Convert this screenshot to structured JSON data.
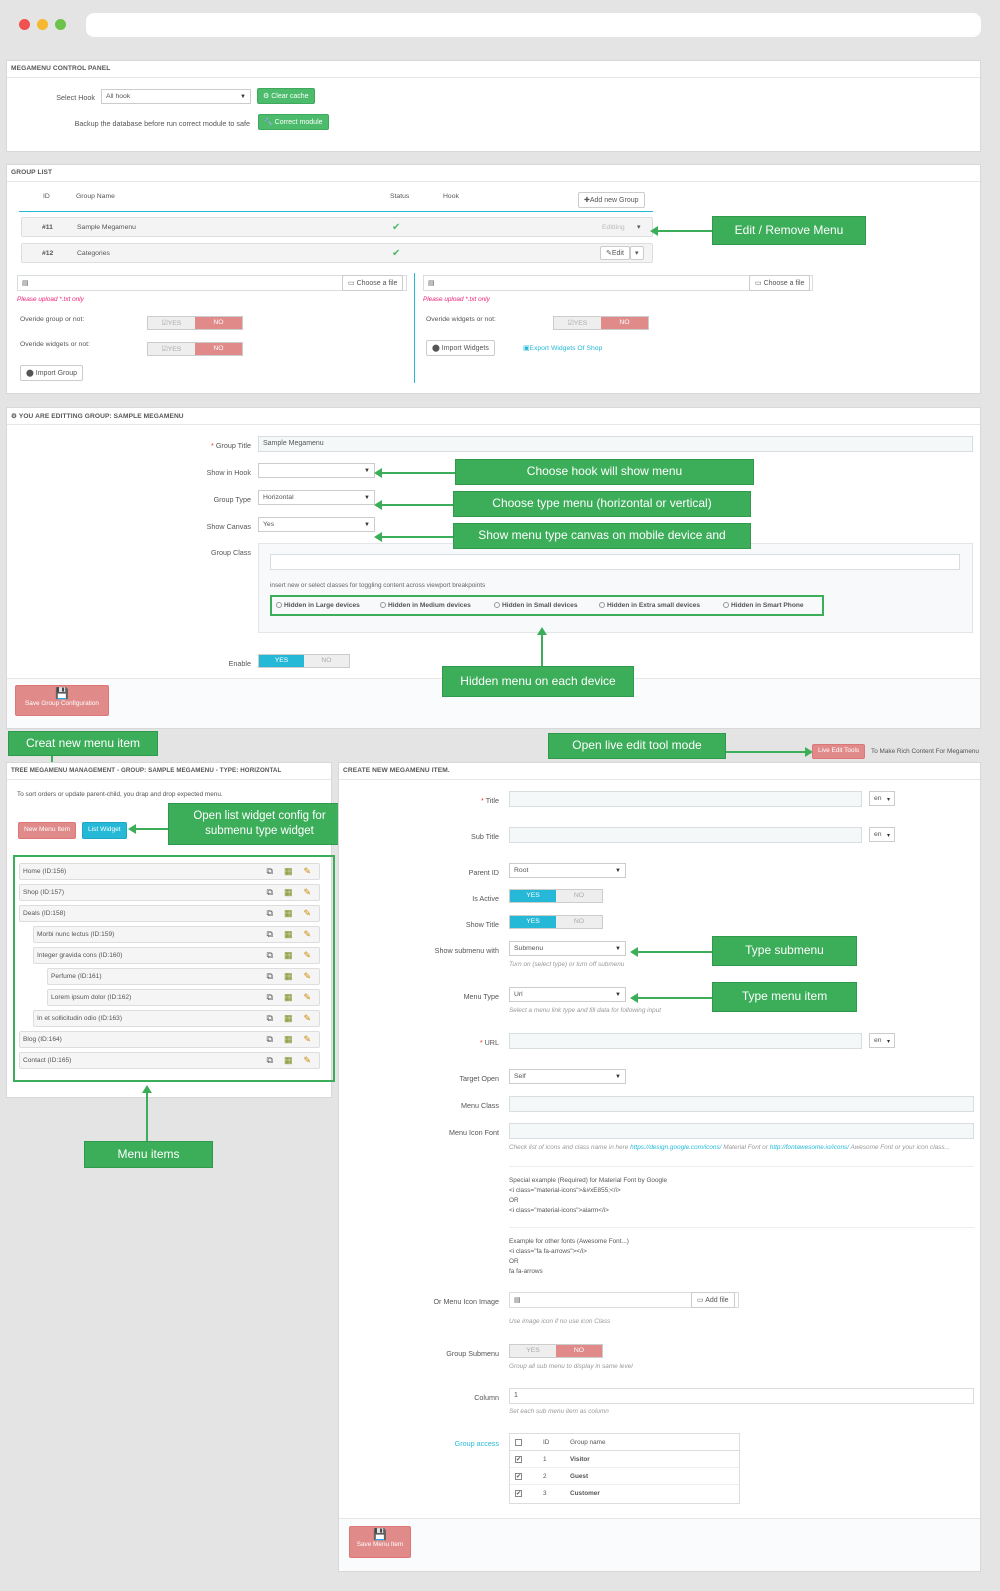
{
  "control_panel": {
    "title": "MEGAMENU CONTROL PANEL",
    "select_hook_label": "Select Hook",
    "select_hook_value": "All hook",
    "clear_cache": "Clear cache",
    "backup_label": "Backup the database before run correct module to safe",
    "correct_module": "Correct module"
  },
  "group_list": {
    "title": "GROUP LIST",
    "col_id": "ID",
    "col_name": "Group Name",
    "col_status": "Status",
    "col_hook": "Hook",
    "add_group": "Add new Group",
    "rows": [
      {
        "id": "#11",
        "name": "Sample Megamenu",
        "action": "Editting"
      },
      {
        "id": "#12",
        "name": "Categories",
        "action": "Edit"
      }
    ],
    "choose_file": "Choose a file",
    "upload_hint": "Please upload *.txt only",
    "override_group": "Overide group or not:",
    "override_widgets": "Overide widgets or not:",
    "yes": "YES",
    "no": "NO",
    "import_group": "Import Group",
    "import_widgets": "Import Widgets",
    "export_widgets": "Export Widgets Of Shop"
  },
  "editing": {
    "title": "YOU ARE EDITTING GROUP: SAMPLE MEGAMENU",
    "group_title_label": "Group Title",
    "group_title_value": "Sample Megamenu",
    "show_in_hook_label": "Show in Hook",
    "group_type_label": "Group Type",
    "group_type_value": "Horizontal",
    "show_canvas_label": "Show Canvas",
    "show_canvas_value": "Yes",
    "group_class_label": "Group Class",
    "class_hint": "insert new or select classes for toggling content across viewport breakpoints",
    "hidden_options": [
      "Hidden in Large devices",
      "Hidden in Medium devices",
      "Hidden in Small devices",
      "Hidden in Extra small devices",
      "Hidden in Smart Phone"
    ],
    "enable_label": "Enable",
    "yes": "YES",
    "no": "NO",
    "save": "Save Group Configuration"
  },
  "annotations": {
    "edit_remove": "Edit / Remove Menu",
    "choose_hook": "Choose hook will show menu",
    "choose_type": "Choose type menu (horizontal or vertical)",
    "show_canvas": "Show menu type canvas on mobile device and",
    "hidden_menu": "Hidden menu on each device",
    "create_item": "Creat new menu item",
    "live_edit": "Open live edit tool mode",
    "list_widget": "Open list widget config for submenu type widget",
    "type_submenu": "Type submenu",
    "type_menu_item": "Type menu item",
    "menu_items": "Menu items"
  },
  "tree": {
    "title": "TREE MEGAMENU MANAGEMENT - GROUP: SAMPLE MEGAMENU - TYPE: HORIZONTAL",
    "hint": "To sort orders or update parent-child, you drap and drop expected menu.",
    "new_item": "New Menu Item",
    "list_widget": "List Widget",
    "items": [
      {
        "label": "Home (ID:156)",
        "level": 0
      },
      {
        "label": "Shop (ID:157)",
        "level": 0
      },
      {
        "label": "Deals (ID:158)",
        "level": 0
      },
      {
        "label": "Morbi nunc lectus (ID:159)",
        "level": 1
      },
      {
        "label": "Integer gravida cons (ID:160)",
        "level": 1
      },
      {
        "label": "Perfume (ID:161)",
        "level": 2
      },
      {
        "label": "Lorem ipsum dolor (ID:162)",
        "level": 2
      },
      {
        "label": "In et sollicitudin odio (ID:163)",
        "level": 1
      },
      {
        "label": "Blog (ID:164)",
        "level": 0
      },
      {
        "label": "Contact (ID:165)",
        "level": 0
      }
    ]
  },
  "live_edit": {
    "button": "Live Edit Tools",
    "text": "To Make Rich Content For Megamenu"
  },
  "create": {
    "title": "CREATE NEW MEGAMENU ITEM.",
    "title_label": "Title",
    "sub_title_label": "Sub Title",
    "lang": "en",
    "parent_label": "Parent ID",
    "parent_value": "Root",
    "is_active_label": "Is Active",
    "show_title_label": "Show Title",
    "yes": "YES",
    "no": "NO",
    "show_submenu_label": "Show submenu with",
    "show_submenu_value": "Submenu",
    "submenu_hint": "Turn on (select type) or turn off submenu",
    "menu_type_label": "Menu Type",
    "menu_type_value": "Url",
    "menu_type_hint": "Select a menu link type and fill data for following input",
    "url_label": "URL",
    "target_label": "Target Open",
    "target_value": "Self",
    "menu_class_label": "Menu Class",
    "menu_icon_label": "Menu Icon Font",
    "icon_hint_1": "Check list of icons and class name in here",
    "icon_link_1": "https://design.google.com/icons/",
    "icon_hint_2": "Material Font or",
    "icon_link_2": "http://fontawesome.io/icons/",
    "icon_hint_3": "Awesome Font or your icon class...",
    "special_1": "Special example (Required) for Material Font by Google",
    "special_2": "<i class=\"material-icons\">&#xE855;</i>",
    "special_3": "OR",
    "special_4": "<i class=\"material-icons\">alarm</i>",
    "example_1": "Example for other fonts (Awesome Font...)",
    "example_2": "<i class=\"fa fa-arrows\"></i>",
    "example_3": "OR",
    "example_4": "fa fa-arrows",
    "icon_image_label": "Or Menu Icon Image",
    "add_file": "Add file",
    "icon_image_hint": "Use image icon if no use icon Class",
    "group_submenu_label": "Group Submenu",
    "group_submenu_hint": "Group all sub menu to display in same level",
    "column_label": "Column",
    "column_value": "1",
    "column_hint": "Set each sub menu item as column",
    "group_access_label": "Group access",
    "access_col_id": "ID",
    "access_col_name": "Group name",
    "access_rows": [
      {
        "id": "1",
        "name": "Visitor"
      },
      {
        "id": "2",
        "name": "Guest"
      },
      {
        "id": "3",
        "name": "Customer"
      }
    ],
    "save": "Save Menu Item"
  },
  "colors": {
    "annotation_green": "#3cae5a",
    "button_green": "#4cbb6c",
    "button_red": "#e08a8a",
    "button_cyan": "#25b9d7"
  }
}
